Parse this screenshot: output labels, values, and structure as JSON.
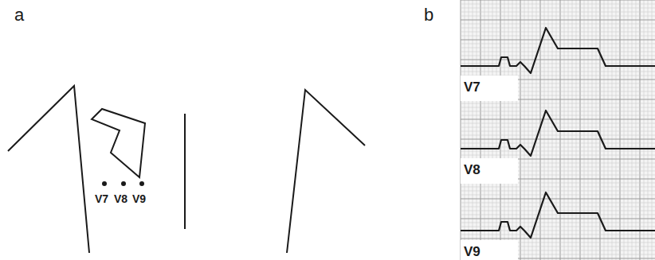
{
  "diagram": {
    "labels": [
      "a",
      "b",
      "V7",
      "V8",
      "V9",
      "V7",
      "V8",
      "V9"
    ]
  }
}
